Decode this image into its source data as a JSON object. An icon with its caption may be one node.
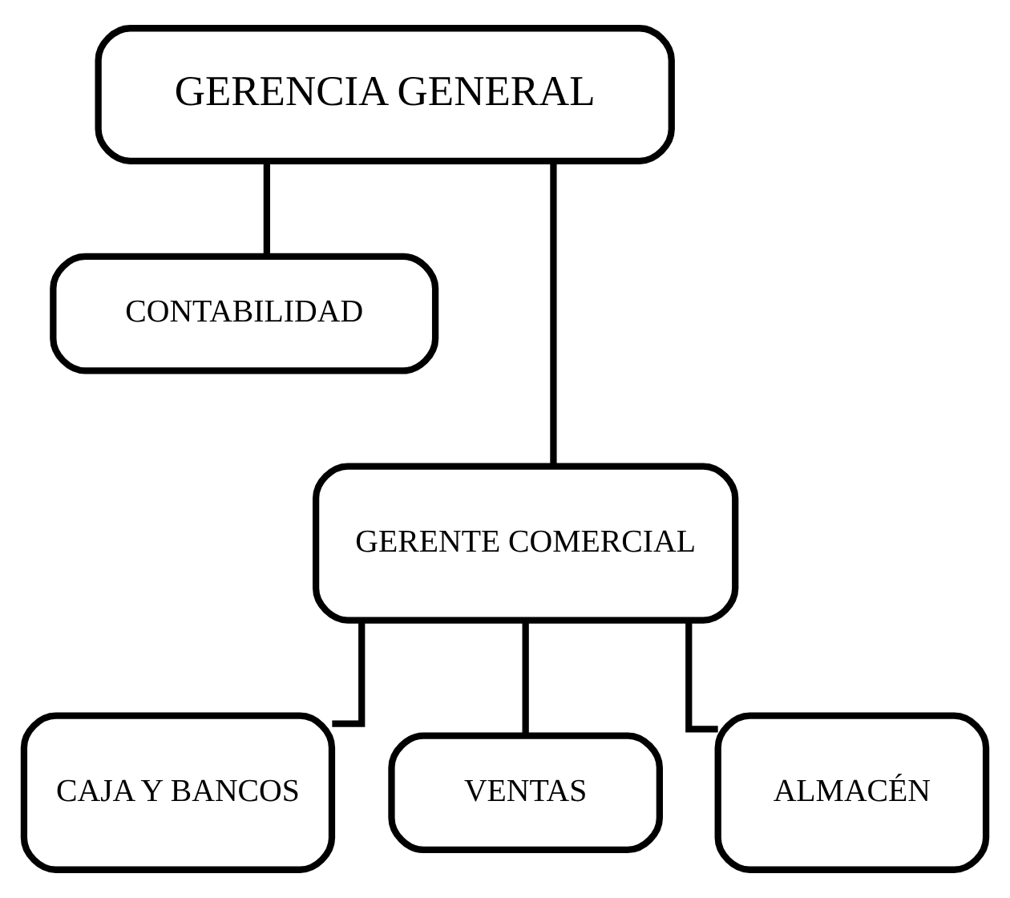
{
  "diagram": {
    "nodes": [
      {
        "text": [
          "GERENCIA GENERAL"
        ]
      },
      {
        "text": [
          "CONTABILIDAD"
        ]
      },
      {
        "text": [
          "GERENTE COMERCIAL"
        ]
      },
      {
        "text": [
          "CAJA Y BANCOS"
        ]
      },
      {
        "text": [
          "VENTAS"
        ]
      },
      {
        "text": [
          "ALMACÉN"
        ]
      }
    ],
    "edges": [
      {
        "from": 0,
        "to": 1,
        "arrow": "none"
      },
      {
        "from": 0,
        "to": 2,
        "arrow": "none"
      },
      {
        "from": 2,
        "to": 3,
        "arrow": "none"
      },
      {
        "from": 2,
        "to": 4,
        "arrow": "none"
      },
      {
        "from": 2,
        "to": 5,
        "arrow": "none"
      }
    ]
  }
}
